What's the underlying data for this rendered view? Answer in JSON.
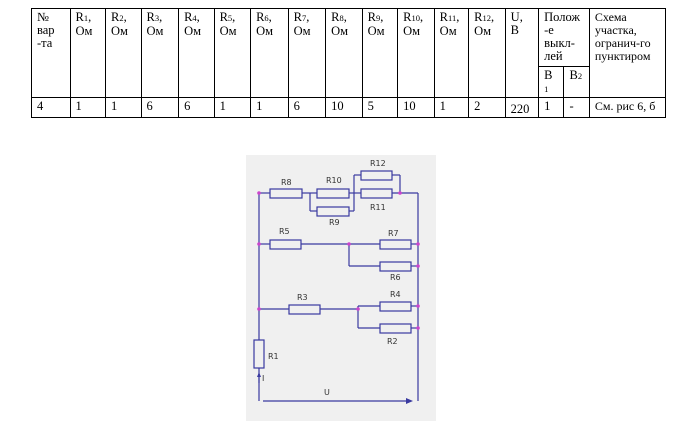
{
  "table": {
    "headers": [
      {
        "text": "№ вар -та"
      },
      {
        "main": "R",
        "sub": "1",
        "unit": ", Ом"
      },
      {
        "main": "R",
        "sub": "2",
        "unit": ", Ом"
      },
      {
        "main": "R",
        "sub": "3",
        "unit": ", Ом"
      },
      {
        "main": "R",
        "sub": "4",
        "unit": ", Ом"
      },
      {
        "main": "R",
        "sub": "5",
        "unit": ", Ом"
      },
      {
        "main": "R",
        "sub": "6",
        "unit": ", Ом"
      },
      {
        "main": "R",
        "sub": "7",
        "unit": ", Ом"
      },
      {
        "main": "R",
        "sub": "8",
        "unit": ", Ом"
      },
      {
        "main": "R",
        "sub": "9",
        "unit": ", Ом"
      },
      {
        "main": "R",
        "sub": "10",
        "unit": ", Ом"
      },
      {
        "main": "R",
        "sub": "11",
        "unit": ", Ом"
      },
      {
        "main": "R",
        "sub": "12",
        "unit": ", Ом"
      },
      {
        "text": "U, В"
      },
      {
        "text": "Полож -е выкл-лей"
      },
      {
        "text": "Схема участка, огранич-го пунктиром"
      }
    ],
    "switch_subheaders": [
      {
        "main": "В",
        "sub": "1"
      },
      {
        "main": "В",
        "sub": "2"
      }
    ],
    "row": [
      "4",
      "1",
      "1",
      "6",
      "6",
      "1",
      "1",
      "6",
      "10",
      "5",
      "10",
      "1",
      "2",
      "220",
      "1",
      "-",
      "См. рис 6, б"
    ]
  },
  "circuit": {
    "labels": {
      "R8": "R8",
      "R10": "R10",
      "R12": "R12",
      "R11": "R11",
      "R9": "R9",
      "R5": "R5",
      "R7": "R7",
      "R6": "R6",
      "R3": "R3",
      "R4": "R4",
      "R2": "R2",
      "R1": "R1",
      "I": "I",
      "U": "U"
    }
  }
}
